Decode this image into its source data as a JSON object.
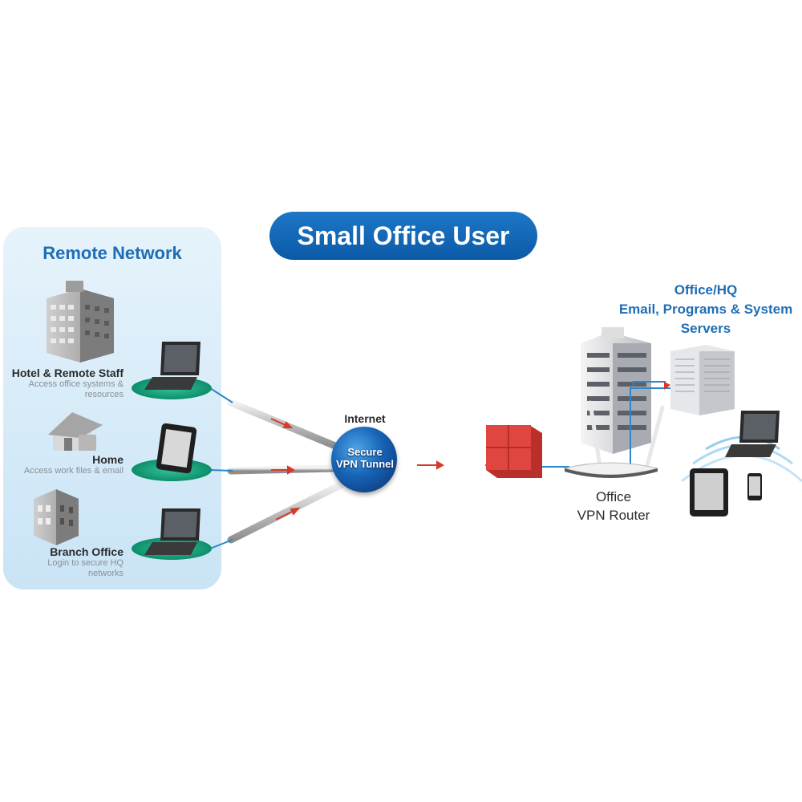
{
  "title": "Small Office User",
  "remote_network": {
    "heading": "Remote Network",
    "sites": [
      {
        "name": "Hotel & Remote Staff",
        "desc_line1": "Access office systems &",
        "desc_line2": "resources"
      },
      {
        "name": "Home",
        "desc_line1": "Access  work files & email",
        "desc_line2": ""
      },
      {
        "name": "Branch Office",
        "desc_line1": "Login to secure HQ",
        "desc_line2": "networks"
      }
    ]
  },
  "internet": {
    "label": "Internet",
    "tunnel_line1": "Secure",
    "tunnel_line2": "VPN Tunnel"
  },
  "hq": {
    "line1": "Office/HQ",
    "line2": "Email, Programs & System",
    "line3": "Servers"
  },
  "router": {
    "line1": "Office",
    "line2": "VPN Router"
  },
  "colors": {
    "accent_blue": "#1f6db5",
    "title_pill": "#0b5aa8",
    "firewall_red": "#d8403a",
    "tunnel_arrow": "#d63a2b",
    "site_disc": "#13a57e"
  },
  "icons": [
    "building-icon",
    "laptop-icon",
    "house-icon",
    "tablet-icon",
    "office-building-icon",
    "globe-icon",
    "firewall-icon",
    "server-icon",
    "router-icon",
    "phone-icon",
    "wifi-waves-icon"
  ]
}
